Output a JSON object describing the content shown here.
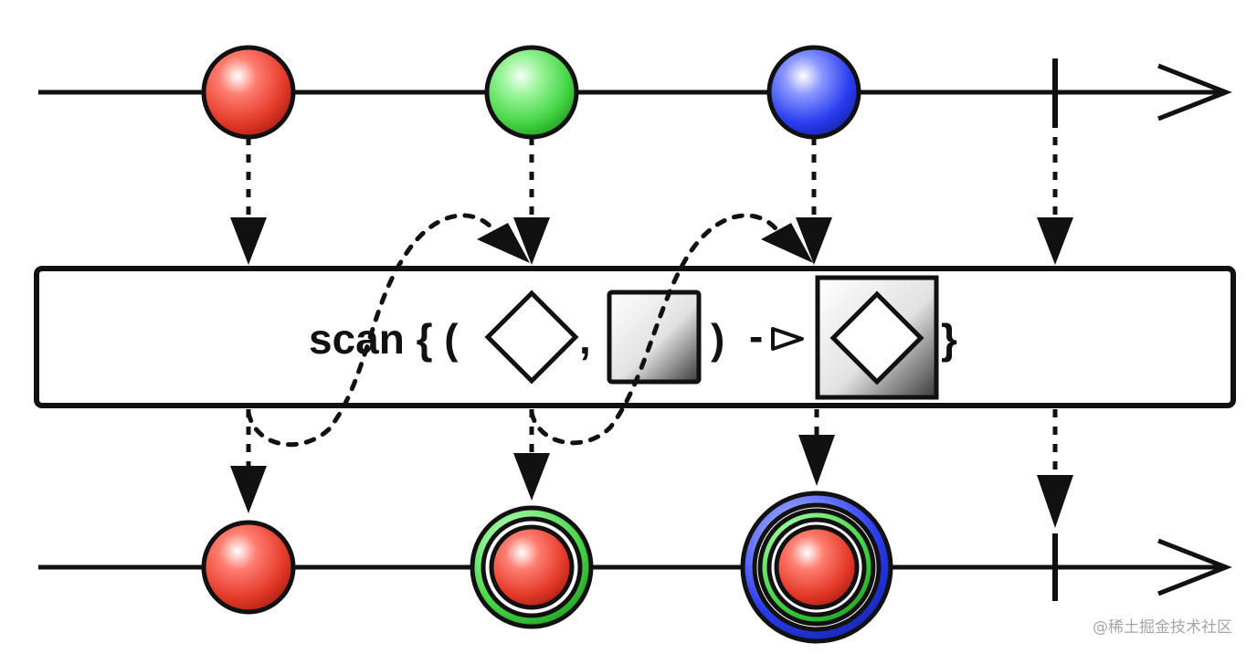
{
  "operator": {
    "prefix": "scan { (",
    "comma": ",",
    "close_paren": ")",
    "arrow": "-",
    "close_brace": "}"
  },
  "colors": {
    "red": "#e53a2a",
    "green": "#46d646",
    "blue": "#2a3cf0",
    "line": "#111111"
  },
  "source_stream": {
    "items": [
      {
        "color": "red"
      },
      {
        "color": "green"
      },
      {
        "color": "blue"
      }
    ],
    "completed": true
  },
  "result_stream": {
    "items": [
      {
        "center": "red",
        "rings": []
      },
      {
        "center": "red",
        "rings": [
          "green"
        ]
      },
      {
        "center": "red",
        "rings": [
          "green",
          "blue"
        ]
      }
    ],
    "completed": true
  },
  "icons": {
    "accumulator": "diamond-icon",
    "item": "square-icon",
    "result": "diamond-in-square-icon",
    "arrowhead": "open-triangle-icon"
  },
  "watermark": "@稀土掘金技术社区"
}
